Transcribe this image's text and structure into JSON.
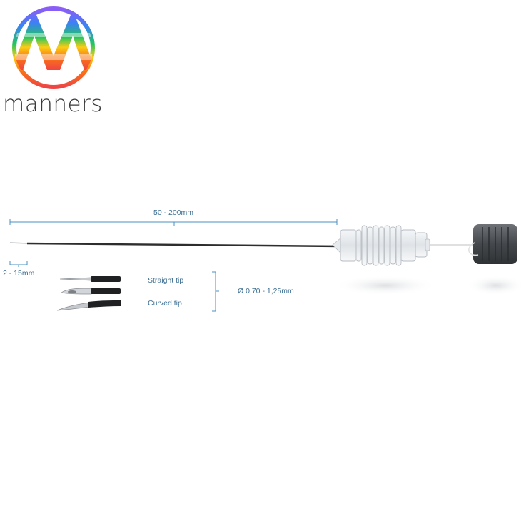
{
  "brand": {
    "name": "manners",
    "colors": [
      "#8b5cf6",
      "#3b82f6",
      "#22c55e",
      "#facc15",
      "#f97316",
      "#ef4444"
    ]
  },
  "diagram": {
    "length_label": "50 - 200mm",
    "tip_length_label": "2 - 15mm",
    "straight_tip_label": "Straight tip",
    "curved_tip_label": "Curved tip",
    "diameter_label": "Ø 0,70 - 1,25mm",
    "accent_color": "#4a90c2"
  }
}
